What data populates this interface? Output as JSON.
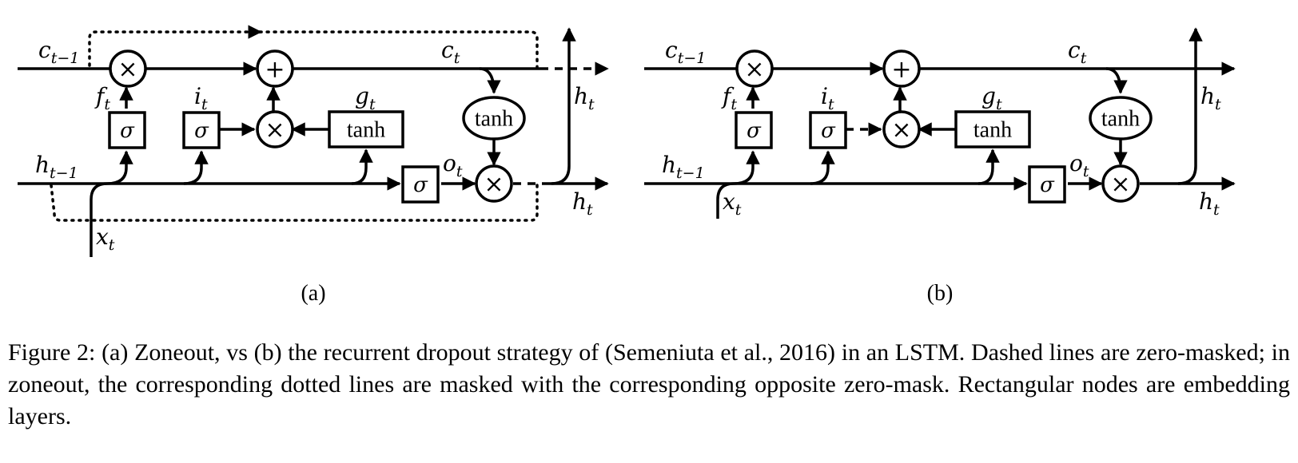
{
  "figure": {
    "panels": [
      {
        "id": "a",
        "label": "(a)",
        "nodes": {
          "mul_forget": "×",
          "add": "+",
          "mul_input": "×",
          "mul_output": "×",
          "sig_f": "σ",
          "sig_i": "σ",
          "sig_o": "σ",
          "tanh_g": "tanh",
          "tanh_c": "tanh"
        },
        "labels": {
          "c_prev": "c",
          "c_prev_sub": "t−1",
          "c_t": "c",
          "c_t_sub": "t",
          "h_prev": "h",
          "h_prev_sub": "t−1",
          "h_up": "h",
          "h_up_sub": "t",
          "h_out": "h",
          "h_out_sub": "t",
          "x_t": "x",
          "x_t_sub": "t",
          "f_t": "f",
          "f_t_sub": "t",
          "i_t": "i",
          "i_t_sub": "t",
          "g_t": "g",
          "g_t_sub": "t",
          "o_t": "o",
          "o_t_sub": "t"
        }
      },
      {
        "id": "b",
        "label": "(b)",
        "nodes": {
          "mul_forget": "×",
          "add": "+",
          "mul_input": "×",
          "mul_output": "×",
          "sig_f": "σ",
          "sig_i": "σ",
          "sig_o": "σ",
          "tanh_g": "tanh",
          "tanh_c": "tanh"
        },
        "labels": {
          "c_prev": "c",
          "c_prev_sub": "t−1",
          "c_t": "c",
          "c_t_sub": "t",
          "h_prev": "h",
          "h_prev_sub": "t−1",
          "h_up": "h",
          "h_up_sub": "t",
          "h_out": "h",
          "h_out_sub": "t",
          "x_t": "x",
          "x_t_sub": "t",
          "f_t": "f",
          "f_t_sub": "t",
          "i_t": "i",
          "i_t_sub": "t",
          "g_t": "g",
          "g_t_sub": "t",
          "o_t": "o",
          "o_t_sub": "t"
        }
      }
    ]
  },
  "caption": "Figure 2: (a) Zoneout, vs (b) the recurrent dropout strategy of (Semeniuta et al., 2016) in an LSTM. Dashed lines are zero-masked; in zoneout, the corresponding dotted lines are masked with the corresponding opposite zero-mask. Rectangular nodes are embedding layers."
}
